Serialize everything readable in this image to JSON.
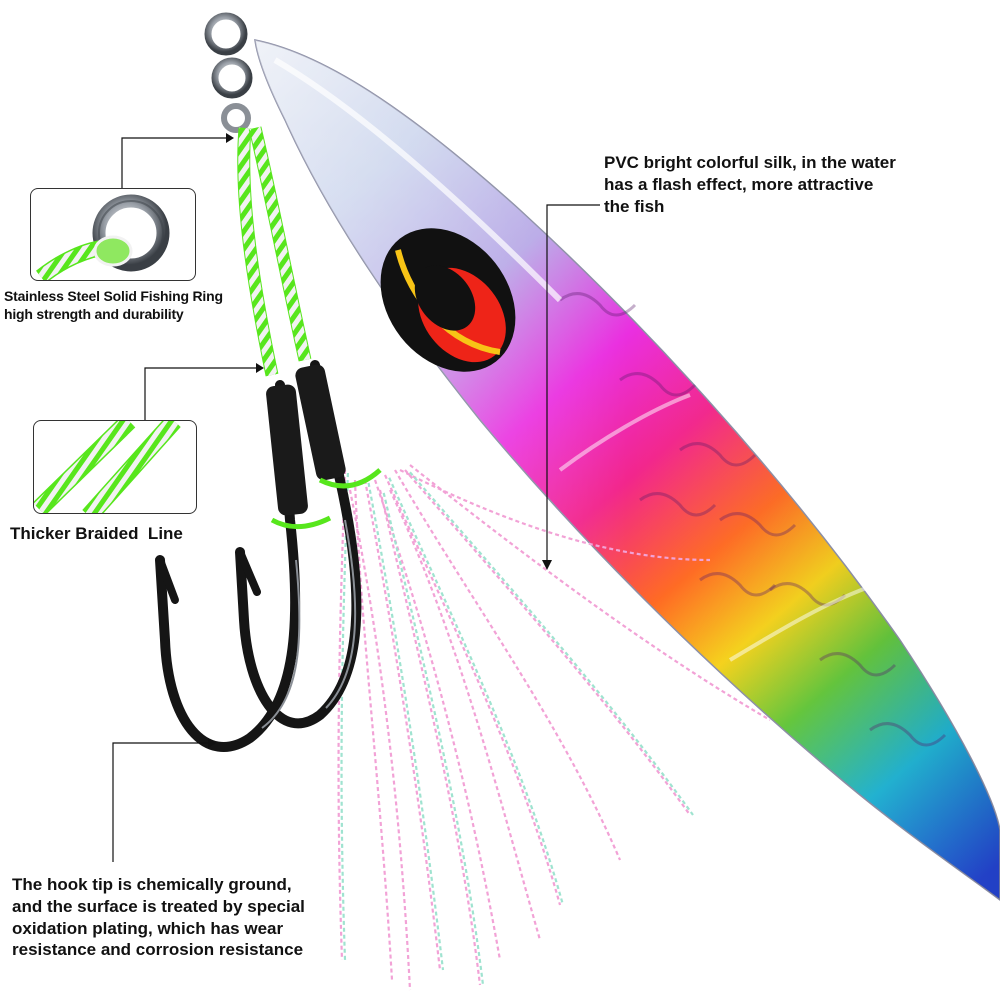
{
  "captions": {
    "ring": {
      "line1": "Stainless Steel Solid Fishing Ring",
      "line2": "high strength and durability"
    },
    "braid": {
      "line1": "Thicker Braided  Line"
    },
    "silk": {
      "line1": "PVC bright colorful silk, in the water",
      "line2": "has a flash effect, more attractive",
      "line3": "the fish"
    },
    "hook": {
      "line1": "The hook tip is chemically ground,",
      "line2": "and the surface is treated by special",
      "line3": "oxidation plating, which has wear",
      "line4": "resistance and corrosion resistance"
    }
  },
  "colors": {
    "braid_green": "#57e61c",
    "braid_white": "#f2f2f2",
    "hook_black": "#151515",
    "silk_pink": "#f2a2d6",
    "silk_teal": "#9fe3d0",
    "lure_magenta": "#e626d9",
    "lure_yellow": "#f4d21a",
    "lure_blue": "#2a5fe0",
    "eye_red": "#ee2418",
    "eye_yellow": "#f8c416"
  }
}
